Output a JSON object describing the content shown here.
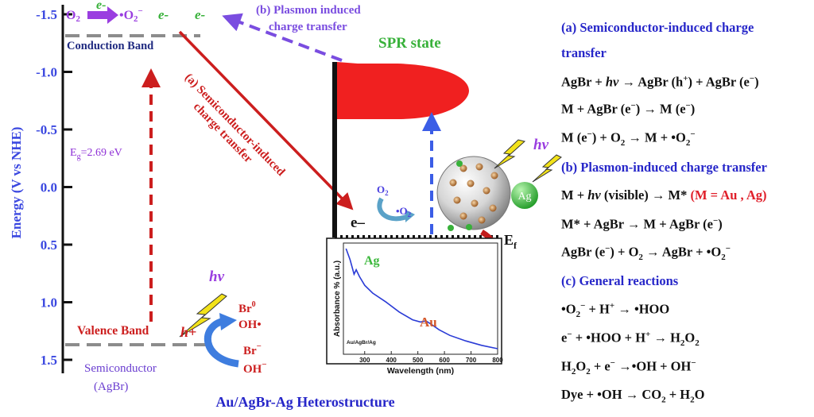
{
  "energy_axis": {
    "title": "Energy (V vs NHE)",
    "ticks": [
      "-1.5",
      "-1.0",
      "-0.5",
      "0.0",
      "0.5",
      "1.0",
      "1.5"
    ]
  },
  "bands": {
    "conduction": "Conduction Band",
    "valence": "Valence Band",
    "bandgap": "Eg=2.69 eV",
    "semiconductor": [
      "Semiconductor",
      "(AgBr)"
    ]
  },
  "labels": {
    "o2": "O2",
    "superoxide": "•O2−",
    "electron": "e-",
    "electron_short": "e–",
    "plasmon_transfer": [
      "(b) Plasmon induced",
      "charge transfer"
    ],
    "semiconductor_transfer": [
      "(a) Semiconductor-induced",
      "charge transfer"
    ],
    "spr_state": "SPR state",
    "hv": "hv",
    "hole": "h+",
    "ag": "Ag",
    "au": "Au",
    "fermi": "Ef",
    "br0": "Br0",
    "oh_rad": "OH•",
    "br_minus": "Br−",
    "oh_minus": "OH−",
    "heterostructure": "Au/AgBr-Ag Heterostructure"
  },
  "inset": {
    "ylabel": "Absorbance % (a.u.)",
    "xlabel": "Wavelength (nm)",
    "corner_label": "Au/AgBr/Ag",
    "peak_ag": "Ag",
    "peak_au": "Au",
    "chart_data": {
      "type": "line",
      "x": [
        230,
        245,
        260,
        268,
        280,
        300,
        330,
        380,
        430,
        480,
        510,
        530,
        550,
        580,
        620,
        680,
        740,
        800
      ],
      "y": [
        0.95,
        0.85,
        0.72,
        0.76,
        0.7,
        0.62,
        0.55,
        0.47,
        0.38,
        0.31,
        0.29,
        0.3,
        0.27,
        0.22,
        0.17,
        0.12,
        0.08,
        0.05
      ],
      "xlabel": "Wavelength (nm)",
      "ylabel": "Absorbance % (a.u.)",
      "xticks": [
        "300",
        "400",
        "500",
        "600",
        "700",
        "800"
      ],
      "xlim": [
        220,
        800
      ],
      "ylim": [
        0,
        1
      ],
      "color": "#2a3bd6"
    }
  },
  "reactions": {
    "a_head": "(a) Semiconductor-induced charge",
    "a_head2": "transfer",
    "a1": "AgBr + hv → AgBr (h+) + AgBr (e−)",
    "a2": "M + AgBr (e−) → M (e−)",
    "a3": "M (e−) + O2 → M + •O2−",
    "b_head": "(b) Plasmon-induced charge transfer",
    "b1": "M + hv (visible) → M*",
    "b1_hi": "(M = Au , Ag)",
    "b2": "M* + AgBr → M + AgBr (e−)",
    "b3": "AgBr (e−) + O2 → AgBr + •O2−",
    "c_head": "(c) General reactions",
    "c1": "•O2− + H+ → •HOO",
    "c2": "e− + •HOO + H+ → H2O2",
    "c3": "H2O2 + e− →•OH + OH−",
    "c4": "Dye + •OH → CO2 + H2O"
  },
  "colors": {
    "axis_blue": "#3b48e0",
    "head_blue": "#2727c9",
    "red": "#cc1e1e",
    "purple": "#9a3ee0",
    "green": "#38b13a",
    "dash_gray": "#8c8c8c",
    "spr_red": "#f02020"
  }
}
